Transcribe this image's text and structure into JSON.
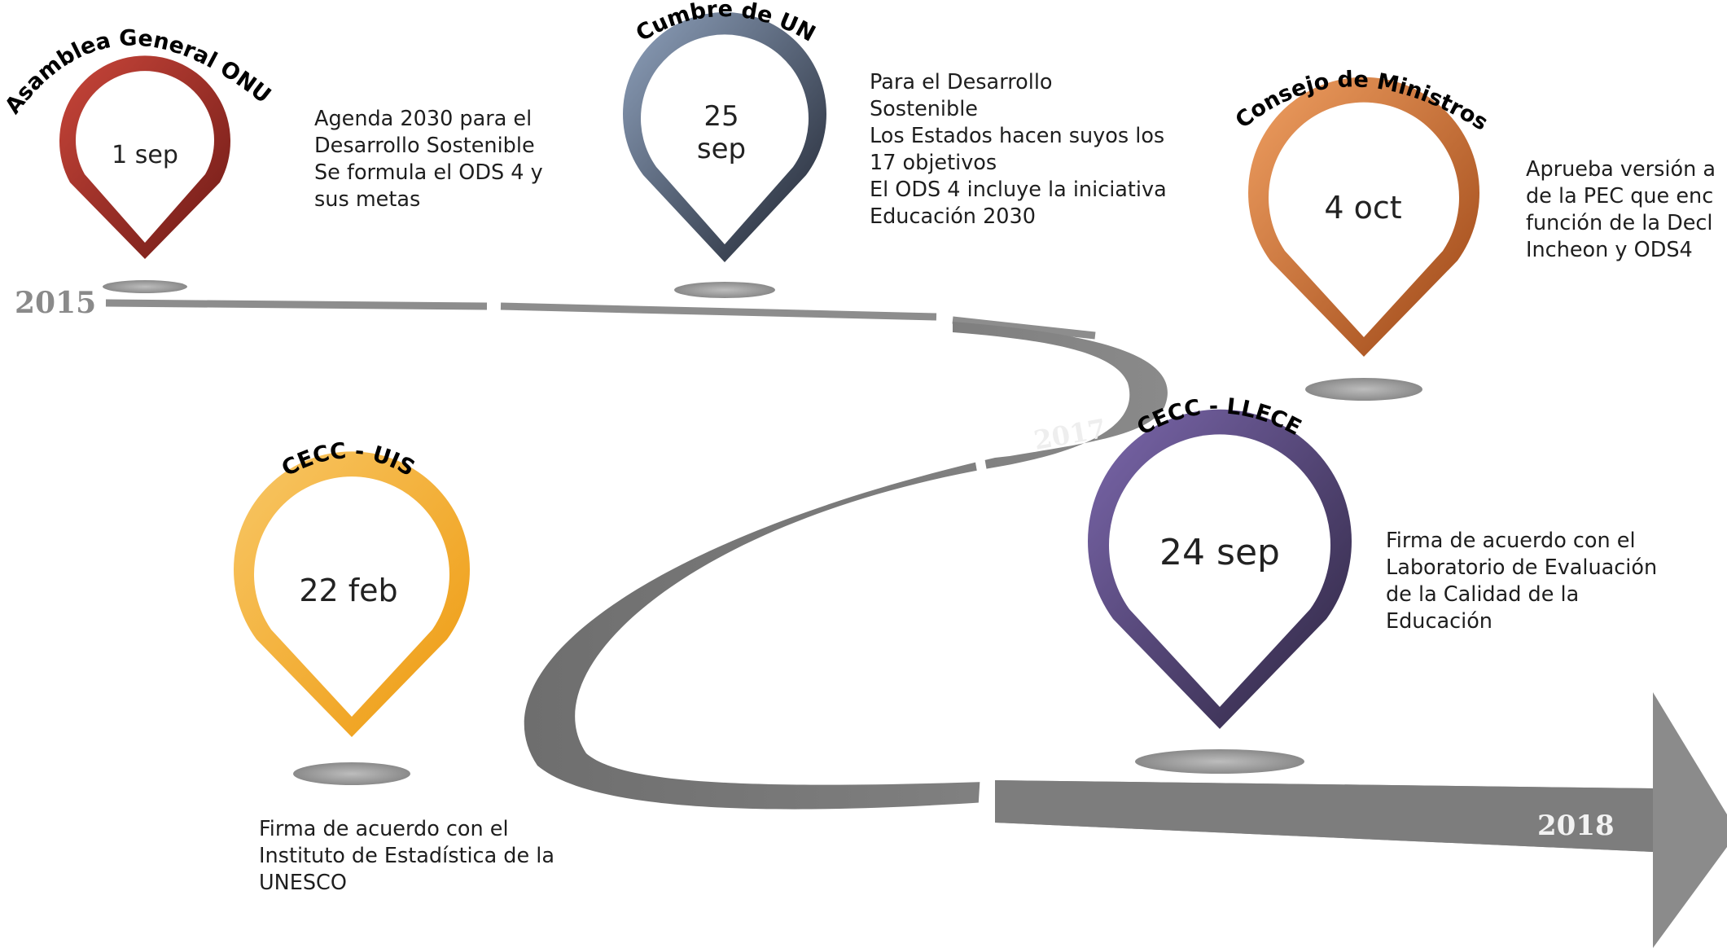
{
  "years": {
    "start": "2015",
    "mid": "2017",
    "end": "2018"
  },
  "events": [
    {
      "title": "Asamblea General ONU",
      "date": "1 sep",
      "color": "#a32d24",
      "lines": [
        "Agenda 2030 para el",
        "Desarrollo Sostenible",
        "Se formula el ODS 4 y",
        "sus metas"
      ]
    },
    {
      "title": "Cumbre de UN",
      "date_line1": "25",
      "date_line2": "sep",
      "color": "#6d7f99",
      "lines": [
        "Para el Desarrollo",
        "Sostenible",
        "Los Estados hacen suyos los",
        "17 objetivos",
        "El ODS 4 incluye la iniciativa",
        "Educación 2030"
      ]
    },
    {
      "title": "Consejo de Ministros",
      "date": "4 oct",
      "color": "#d9722f",
      "lines": [
        "Aprueba versión a",
        "de la PEC que enc",
        "función de la Decl",
        "Incheon y ODS4"
      ]
    },
    {
      "title": "CECC - UIS",
      "date": "22 feb",
      "color": "#f2a81f",
      "lines": [
        "Firma de acuerdo con el",
        "Instituto de Estadística de la",
        "UNESCO"
      ]
    },
    {
      "title": "CECC - LLECE",
      "date": "24 sep",
      "color": "#5d4a87",
      "lines": [
        "Firma de acuerdo con el",
        "Laboratorio de Evaluación",
        "de la Calidad de la",
        "Educación"
      ]
    }
  ]
}
